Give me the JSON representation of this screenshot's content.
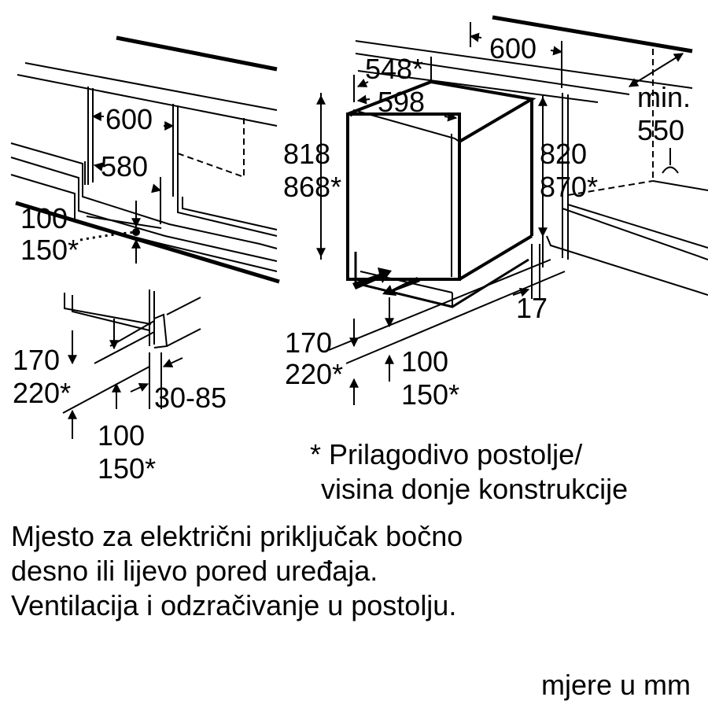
{
  "dimensions": {
    "left_width_top": "600",
    "left_width_inner": "580",
    "left_gap_std": "100",
    "left_gap_alt": "150*",
    "plinth_height_std": "170",
    "plinth_height_alt": "220*",
    "plinth_offset": "30-85",
    "plinth_depth_std": "100",
    "plinth_depth_alt": "150*",
    "niche_width": "600",
    "appliance_depth": "548*",
    "appliance_width": "598",
    "appliance_height_std": "818",
    "appliance_height_alt": "868*",
    "niche_height_std": "820",
    "niche_height_alt": "870*",
    "min_label": "min.",
    "min_depth": "550",
    "door_gap": "17",
    "base_height_std": "170",
    "base_height_alt": "220*",
    "base_depth_std": "100",
    "base_depth_alt": "150*"
  },
  "footnote": {
    "line1": "* Prilagodivo postolje/",
    "line2": "visina donje konstrukcije"
  },
  "description": {
    "line1": "Mjesto za električni priključak bočno",
    "line2": "desno ili lijevo pored uređaja.",
    "line3": "Ventilacija i odzračivanje u postolju."
  },
  "units": "mjere u mm"
}
